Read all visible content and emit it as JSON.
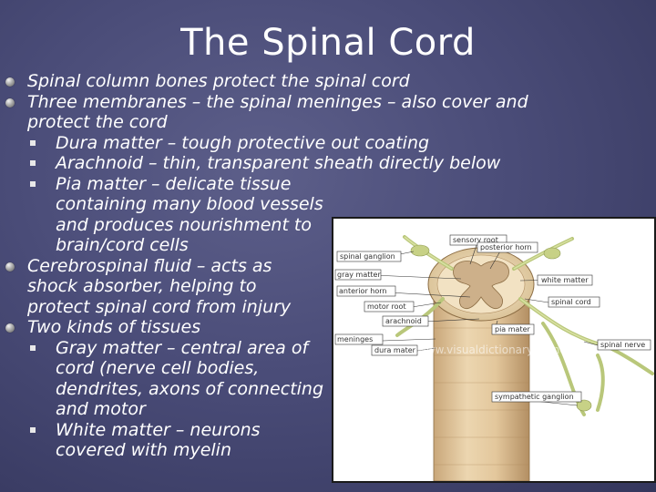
{
  "slide": {
    "title": "The Spinal Cord",
    "bullets": [
      {
        "text": "Spinal column bones protect the spinal cord"
      },
      {
        "text": "Three membranes – the spinal meninges – also cover and protect the cord"
      },
      {
        "text": "Dura matter – tough protective out coating"
      },
      {
        "text": "Arachnoid – thin, transparent sheath directly below"
      },
      {
        "text": "Pia matter – delicate tissue containing many blood vessels and produces nourishment to brain/cord cells"
      },
      {
        "text": "Cerebrospinal fluid – acts as shock absorber, helping to protect spinal cord from injury"
      },
      {
        "text": "Two kinds of tissues"
      },
      {
        "text": "Gray matter – central area of cord (nerve cell bodies, dendrites, axons of connecting and motor"
      },
      {
        "text": "White matter – neurons covered with myelin"
      }
    ]
  },
  "figure": {
    "labels": {
      "sensory_root": "sensory root",
      "posterior_horn": "posterior horn",
      "spinal_ganglion": "spinal ganglion",
      "gray_matter": "gray matter",
      "white_matter": "white matter",
      "anterior_horn": "anterior horn",
      "motor_root": "motor root",
      "spinal_cord": "spinal cord",
      "arachnoid": "arachnoid",
      "pia_mater": "pia mater",
      "meninges": "meninges",
      "dura_mater": "dura mater",
      "spinal_nerve": "spinal nerve",
      "sympathetic_ganglion": "sympathetic ganglion"
    },
    "watermark": "www.visualdictionaryonline.com"
  }
}
